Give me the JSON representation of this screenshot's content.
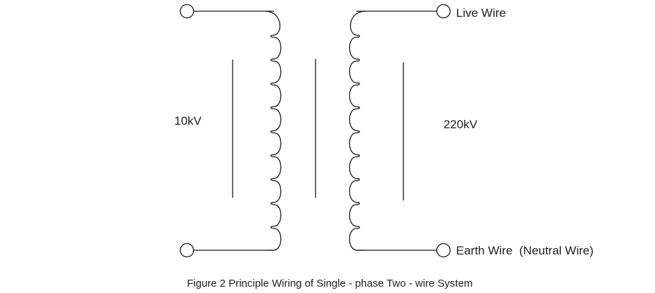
{
  "diagram": {
    "primary_voltage": "10kV",
    "secondary_voltage": "220kV",
    "live_wire_label": "Live Wire",
    "earth_wire_label": "Earth Wire  (Neutral Wire)",
    "caption": "Figure 2 Principle Wiring of Single - phase Two - wire System",
    "primary_turns": 10,
    "secondary_turns": 10
  }
}
